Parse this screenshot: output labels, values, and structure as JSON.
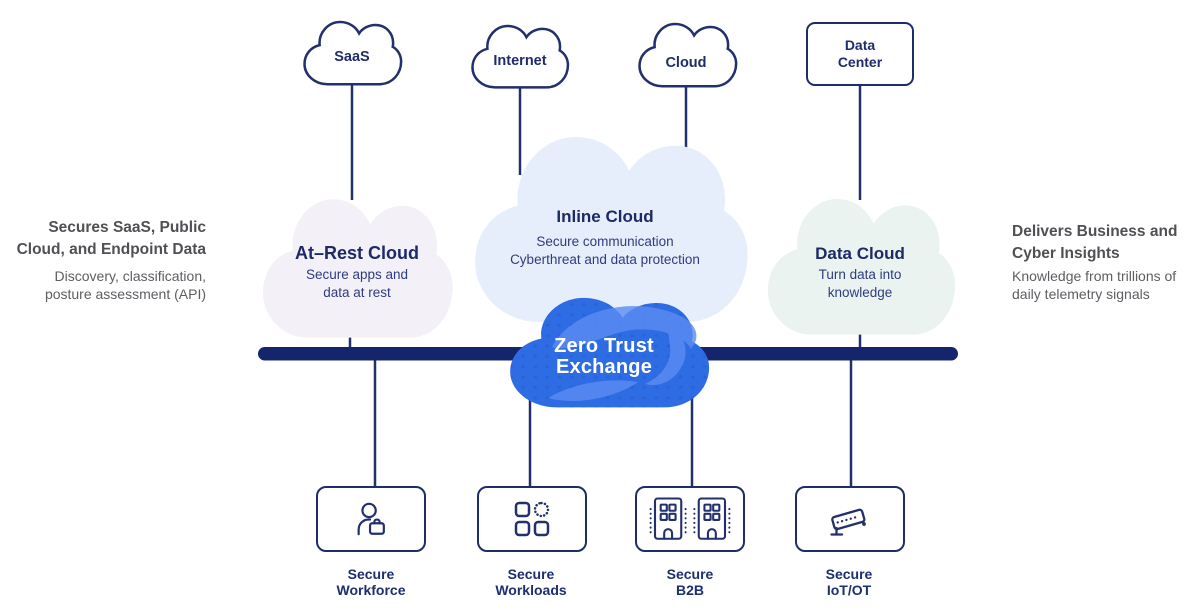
{
  "colors": {
    "navy_outline": "#22306d",
    "navy_text": "#1f2c6b",
    "bus_bar": "#15256b",
    "exchange_cloud": "#2e6ce4",
    "logo_swoosh": "#5b8cf2",
    "at_rest_cloud_bg": "#f3f0f8",
    "inline_cloud_bg": "#e7eefb",
    "data_cloud_bg": "#eaf3f0",
    "note_heading_gray": "#4f5054",
    "note_body_gray": "#5d5e62"
  },
  "top_nodes": [
    {
      "id": "saas",
      "label": "SaaS",
      "shape": "cloud"
    },
    {
      "id": "internet",
      "label": "Internet",
      "shape": "cloud"
    },
    {
      "id": "cloud",
      "label": "Cloud",
      "shape": "cloud"
    },
    {
      "id": "data-center",
      "label": "Data\nCenter",
      "shape": "box"
    }
  ],
  "mid_clouds": {
    "at_rest": {
      "title": "At–Rest Cloud",
      "body": "Secure apps and\ndata at rest"
    },
    "inline": {
      "title": "Inline Cloud",
      "body": "Secure communication\nCyberthreat and data protection"
    },
    "data": {
      "title": "Data Cloud",
      "body": "Turn data into\nknowledge"
    }
  },
  "exchange": {
    "label": "Zero Trust\nExchange",
    "logo": "zscaler-swoosh-icon"
  },
  "side_notes": {
    "left": {
      "heading": "Secures SaaS, Public\nCloud, and Endpoint Data",
      "body": "Discovery, classification,\nposture assessment (API)"
    },
    "right": {
      "heading": "Delivers Business and\nCyber Insights",
      "body": "Knowledge from trillions of\ndaily telemetry signals"
    }
  },
  "bottom_nodes": [
    {
      "id": "workforce",
      "label": "Secure\nWorkforce",
      "icon": "user-badge-icon"
    },
    {
      "id": "workloads",
      "label": "Secure\nWorkloads",
      "icon": "app-grid-icon"
    },
    {
      "id": "b2b",
      "label": "Secure\nB2B",
      "icon": "office-buildings-icon"
    },
    {
      "id": "iot",
      "label": "Secure\nIoT/OT",
      "icon": "security-camera-icon"
    }
  ]
}
